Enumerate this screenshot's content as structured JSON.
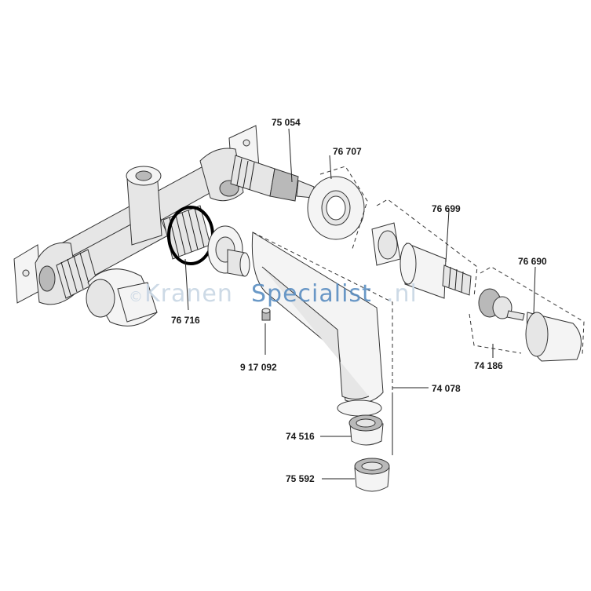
{
  "diagram": {
    "watermark": {
      "copyright": "©",
      "text_a": "Kranen",
      "text_b": "Specialist",
      "text_c": ".nl"
    },
    "parts": [
      {
        "id": "p75054",
        "label": "75 054"
      },
      {
        "id": "p76707",
        "label": "76 707"
      },
      {
        "id": "p76699",
        "label": "76 699"
      },
      {
        "id": "p76690",
        "label": "76 690"
      },
      {
        "id": "p76716",
        "label": "76 716"
      },
      {
        "id": "p917092",
        "label": "9 17 092"
      },
      {
        "id": "p74186",
        "label": "74 186"
      },
      {
        "id": "p74078",
        "label": "74 078"
      },
      {
        "id": "p74516",
        "label": "74 516"
      },
      {
        "id": "p75592",
        "label": "75 592"
      }
    ]
  }
}
